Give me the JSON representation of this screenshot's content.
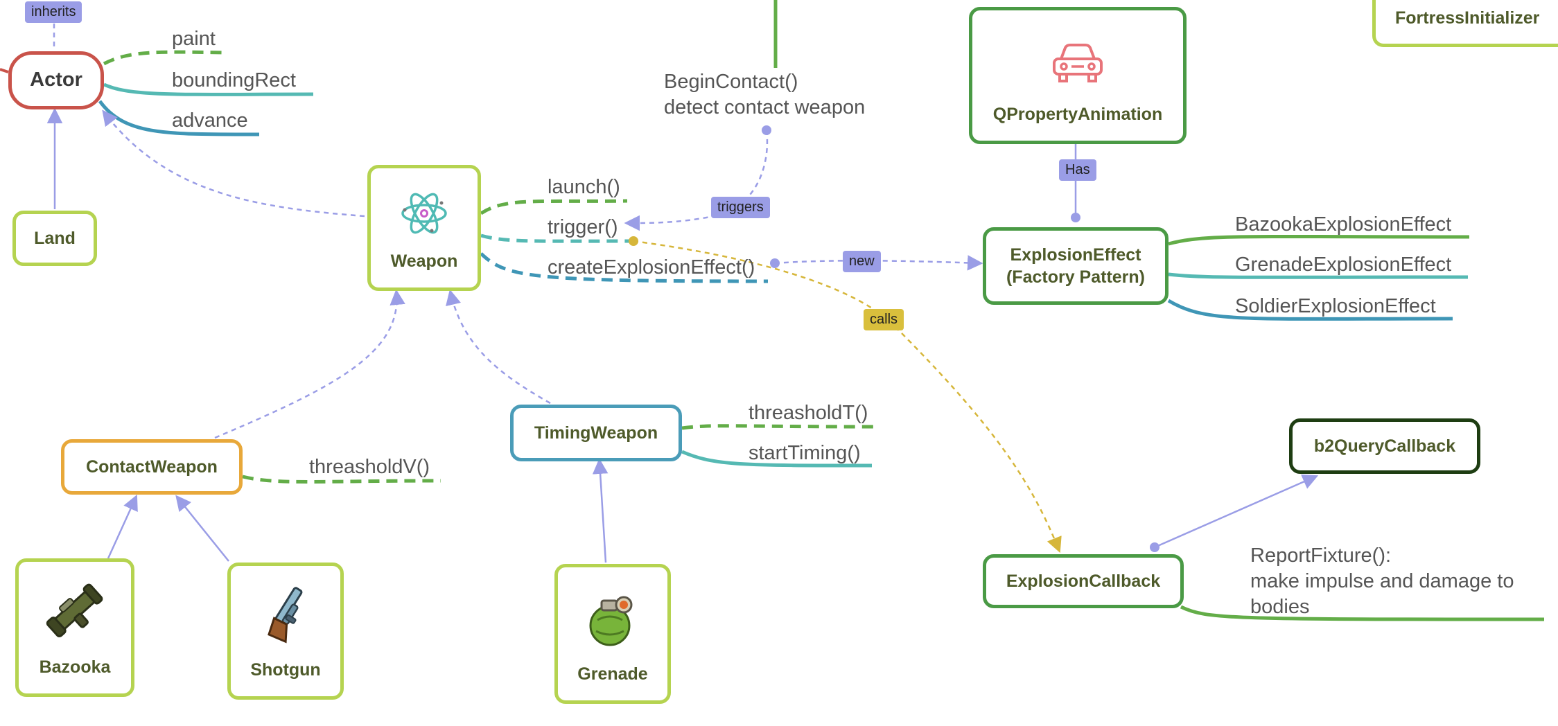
{
  "nodes": {
    "actor": "Actor",
    "land": "Land",
    "weapon": "Weapon",
    "contact_weapon": "ContactWeapon",
    "timing_weapon": "TimingWeapon",
    "bazooka": "Bazooka",
    "shotgun": "Shotgun",
    "grenade": "Grenade",
    "qproperty_animation": "QPropertyAnimation",
    "explosion_effect": "ExplosionEffect\n(Factory Pattern)",
    "b2query_callback": "b2QueryCallback",
    "explosion_callback": "ExplosionCallback",
    "fortress_initializer": "FortressInitializer"
  },
  "branches": {
    "paint": "paint",
    "bounding_rect": "boundingRect",
    "advance": "advance",
    "launch": "launch()",
    "trigger": "trigger()",
    "create_explosion_effect": "createExplosionEffect()",
    "threashold_v": "threasholdV()",
    "threashold_t": "threasholdT()",
    "start_timing": "startTiming()",
    "bazooka_explosion_effect": "BazookaExplosionEffect",
    "grenade_explosion_effect": "GrenadeExplosionEffect",
    "soldier_explosion_effect": "SoldierExplosionEffect"
  },
  "notes": {
    "begin_contact": "BeginContact()\ndetect contact weapon",
    "report_fixture": "ReportFixture():\nmake impulse and damage to\nbodies"
  },
  "tags": {
    "inherits": "inherits",
    "triggers": "triggers",
    "new": "new",
    "calls": "calls",
    "has": "Has"
  },
  "colors": {
    "actor_border": "#c9534a",
    "lime_border": "#b5d350",
    "green_border": "#4a9a45",
    "dark_green_border": "#1e3d12",
    "orange_border": "#e8a83a",
    "teal_border": "#4a9cb8",
    "branch_green": "#63ad48",
    "branch_teal": "#55b9b3",
    "branch_blue": "#3f96b6",
    "relation_blue": "#9a9de6",
    "relation_gold": "#d6b63a",
    "car_icon": "#e8747a"
  },
  "icons": {
    "weapon": "atom-icon",
    "qproperty_animation": "car-icon",
    "bazooka": "bazooka-icon",
    "shotgun": "shotgun-icon",
    "grenade": "grenade-icon"
  }
}
